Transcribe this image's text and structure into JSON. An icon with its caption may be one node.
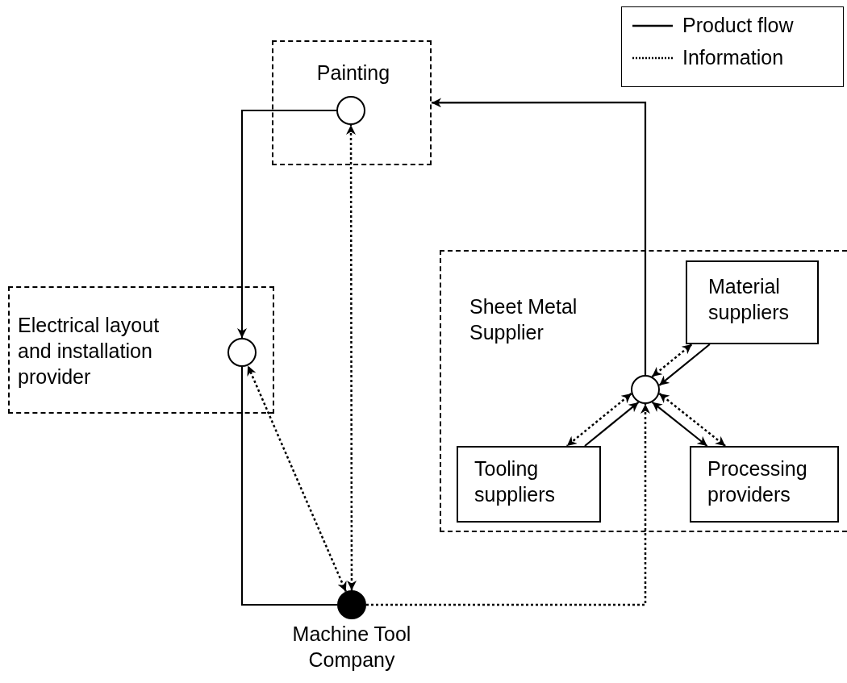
{
  "diagram": {
    "nodes": [
      {
        "text": [
          "Painting"
        ]
      },
      {
        "text": [],
        "shape": "circle",
        "in": 0
      },
      {
        "text": [
          "Electrical layout and installation provider"
        ]
      },
      {
        "text": [],
        "shape": "circle",
        "in": 2
      },
      {
        "text": [
          "Sheet Metal Supplier"
        ]
      },
      {
        "text": [],
        "shape": "circle",
        "in": 4
      },
      {
        "text": [
          "Material suppliers"
        ],
        "in": 4
      },
      {
        "text": [
          "Tooling suppliers"
        ],
        "in": 4
      },
      {
        "text": [
          "Processing providers"
        ],
        "in": 4
      },
      {
        "text": [
          "Machine Tool Company"
        ]
      }
    ],
    "edges": [
      {
        "from": 1,
        "to": 3,
        "arrow": "to"
      },
      {
        "from": 3,
        "to": 9,
        "arrow": "none"
      },
      {
        "from": 5,
        "to": 0,
        "arrow": "to"
      },
      {
        "from": 9,
        "to": 1,
        "arrow": "both",
        "style": "dashed"
      },
      {
        "from": 9,
        "to": 3,
        "arrow": "both",
        "style": "dashed"
      },
      {
        "from": 9,
        "to": 5,
        "arrow": "to",
        "style": "dashed"
      },
      {
        "from": 6,
        "to": 5,
        "arrow": "to"
      },
      {
        "from": 5,
        "to": 6,
        "arrow": "both",
        "style": "dashed"
      },
      {
        "from": 7,
        "to": 5,
        "arrow": "to"
      },
      {
        "from": 5,
        "to": 7,
        "arrow": "both",
        "style": "dashed"
      },
      {
        "from": 5,
        "to": 8,
        "arrow": "both"
      },
      {
        "from": 5,
        "to": 8,
        "arrow": "both",
        "style": "dashed"
      }
    ],
    "legend": [
      {
        "text": "Product flow"
      },
      {
        "text": "Information"
      }
    ]
  }
}
